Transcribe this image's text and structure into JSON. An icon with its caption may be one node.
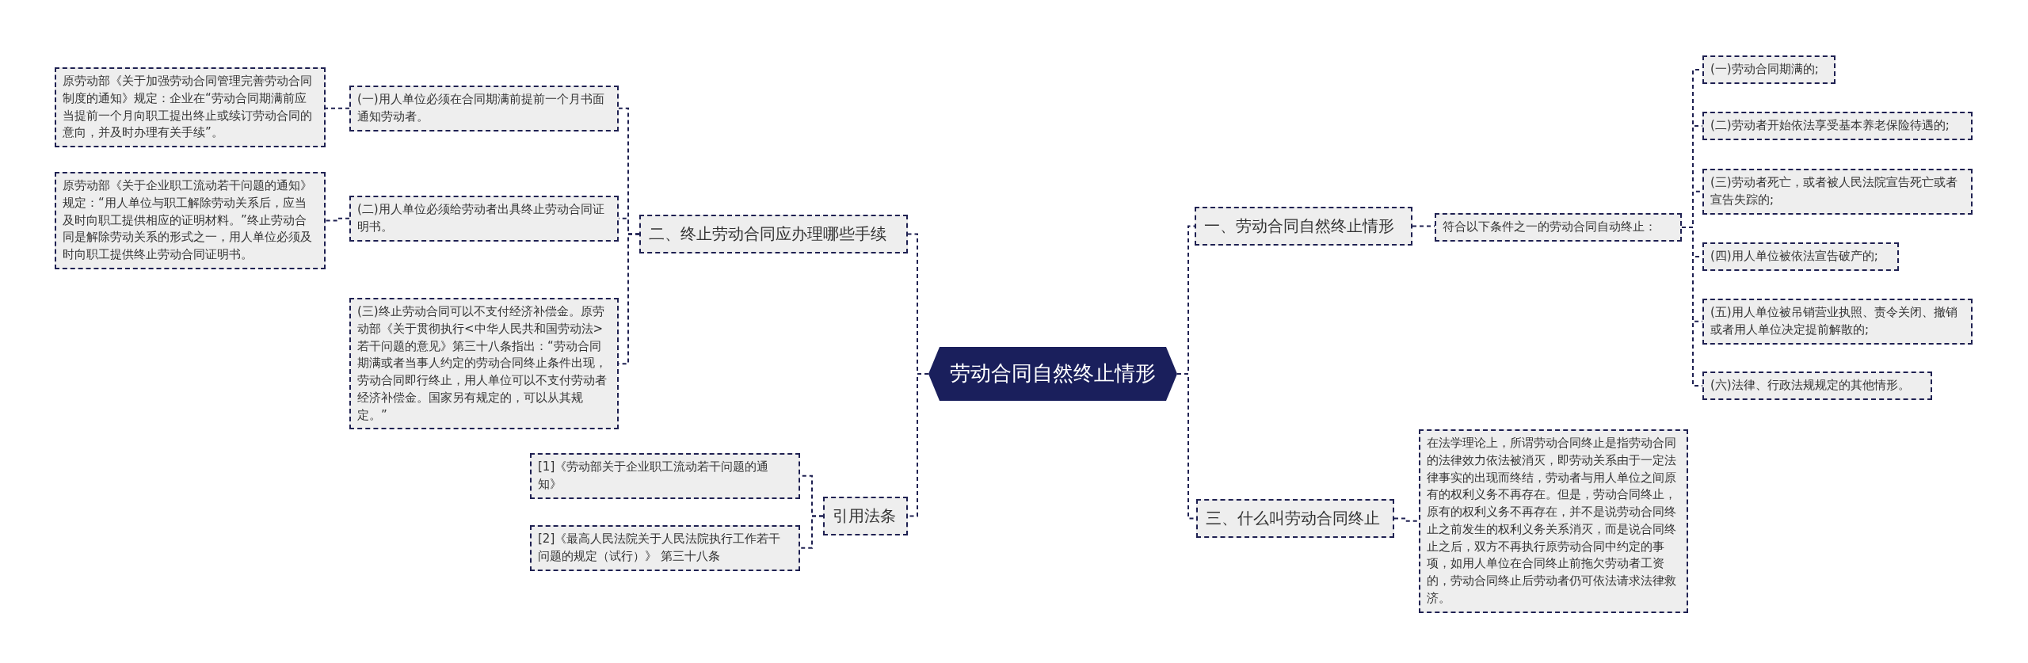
{
  "diagram": {
    "nodes": [
      {
        "text": [
          "劳动合同自然终止情形"
        ]
      },
      {
        "text": [
          "二、终止劳动合同应办理哪些手续"
        ]
      },
      {
        "text": [
          "(一)用人单位必须在合同期满前提前一个月书面通知劳动者。"
        ]
      },
      {
        "text": [
          "原劳动部《关于加强劳动合同管理完善劳动合同制度的通知》规定：企业在“劳动合同期满前应当提前一个月向职工提出终止或续订劳动合同的意向，并及时办理有关手续”。"
        ]
      },
      {
        "text": [
          "(二)用人单位必须给劳动者出具终止劳动合同证明书。"
        ]
      },
      {
        "text": [
          "原劳动部《关于企业职工流动若干问题的通知》规定：“用人单位与职工解除劳动关系后，应当及时向职工提供相应的证明材料。”终止劳动合同是解除劳动关系的形式之一，用人单位必须及时向职工提供终止劳动合同证明书。"
        ]
      },
      {
        "text": [
          "(三)终止劳动合同可以不支付经济补偿金。原劳动部《关于贯彻执行<中华人民共和国劳动法>若干问题的意见》第三十八条指出：“劳动合同期满或者当事人约定的劳动合同终止条件出现，劳动合同即行终止，用人单位可以不支付劳动者经济补偿金。国家另有规定的，可以从其规定。”"
        ]
      },
      {
        "text": [
          "引用法条"
        ]
      },
      {
        "text": [
          "[1]《劳动部关于企业职工流动若干问题的通知》"
        ]
      },
      {
        "text": [
          "[2]《最高人民法院关于人民法院执行工作若干问题的规定（试行）》 第三十八条"
        ]
      },
      {
        "text": [
          "一、劳动合同自然终止情形"
        ]
      },
      {
        "text": [
          "符合以下条件之一的劳动合同自动终止："
        ]
      },
      {
        "text": [
          "(一)劳动合同期满的;"
        ]
      },
      {
        "text": [
          "(二)劳动者开始依法享受基本养老保险待遇的;"
        ]
      },
      {
        "text": [
          "(三)劳动者死亡，或者被人民法院宣告死亡或者宣告失踪的;"
        ]
      },
      {
        "text": [
          "(四)用人单位被依法宣告破产的;"
        ]
      },
      {
        "text": [
          "(五)用人单位被吊销营业执照、责令关闭、撤销或者用人单位决定提前解散的;"
        ]
      },
      {
        "text": [
          "(六)法律、行政法规规定的其他情形。"
        ]
      },
      {
        "text": [
          "三、什么叫劳动合同终止"
        ]
      },
      {
        "text": [
          "在法学理论上，所谓劳动合同终止是指劳动合同的法律效力依法被消灭，即劳动关系由于一定法律事实的出现而终结，劳动者与用人单位之间原有的权利义务不再存在。但是，劳动合同终止，原有的权利义务不再存在，并不是说劳动合同终止之前发生的权利义务关系消灭，而是说合同终止之后，双方不再执行原劳动合同中约定的事项，如用人单位在合同终止前拖欠劳动者工资的，劳动合同终止后劳动者仍可依法请求法律救济。"
        ]
      }
    ],
    "edges": [
      {
        "from": 0,
        "to": 1,
        "arrow": "none"
      },
      {
        "from": 1,
        "to": 2,
        "arrow": "none"
      },
      {
        "from": 2,
        "to": 3,
        "arrow": "none"
      },
      {
        "from": 1,
        "to": 4,
        "arrow": "none"
      },
      {
        "from": 4,
        "to": 5,
        "arrow": "none"
      },
      {
        "from": 1,
        "to": 6,
        "arrow": "none"
      },
      {
        "from": 0,
        "to": 7,
        "arrow": "none"
      },
      {
        "from": 7,
        "to": 8,
        "arrow": "none"
      },
      {
        "from": 7,
        "to": 9,
        "arrow": "none"
      },
      {
        "from": 0,
        "to": 10,
        "arrow": "none"
      },
      {
        "from": 10,
        "to": 11,
        "arrow": "none"
      },
      {
        "from": 11,
        "to": 12,
        "arrow": "none"
      },
      {
        "from": 11,
        "to": 13,
        "arrow": "none"
      },
      {
        "from": 11,
        "to": 14,
        "arrow": "none"
      },
      {
        "from": 11,
        "to": 15,
        "arrow": "none"
      },
      {
        "from": 11,
        "to": 16,
        "arrow": "none"
      },
      {
        "from": 11,
        "to": 17,
        "arrow": "none"
      },
      {
        "from": 0,
        "to": 18,
        "arrow": "none"
      },
      {
        "from": 18,
        "to": 19,
        "arrow": "none"
      }
    ]
  }
}
